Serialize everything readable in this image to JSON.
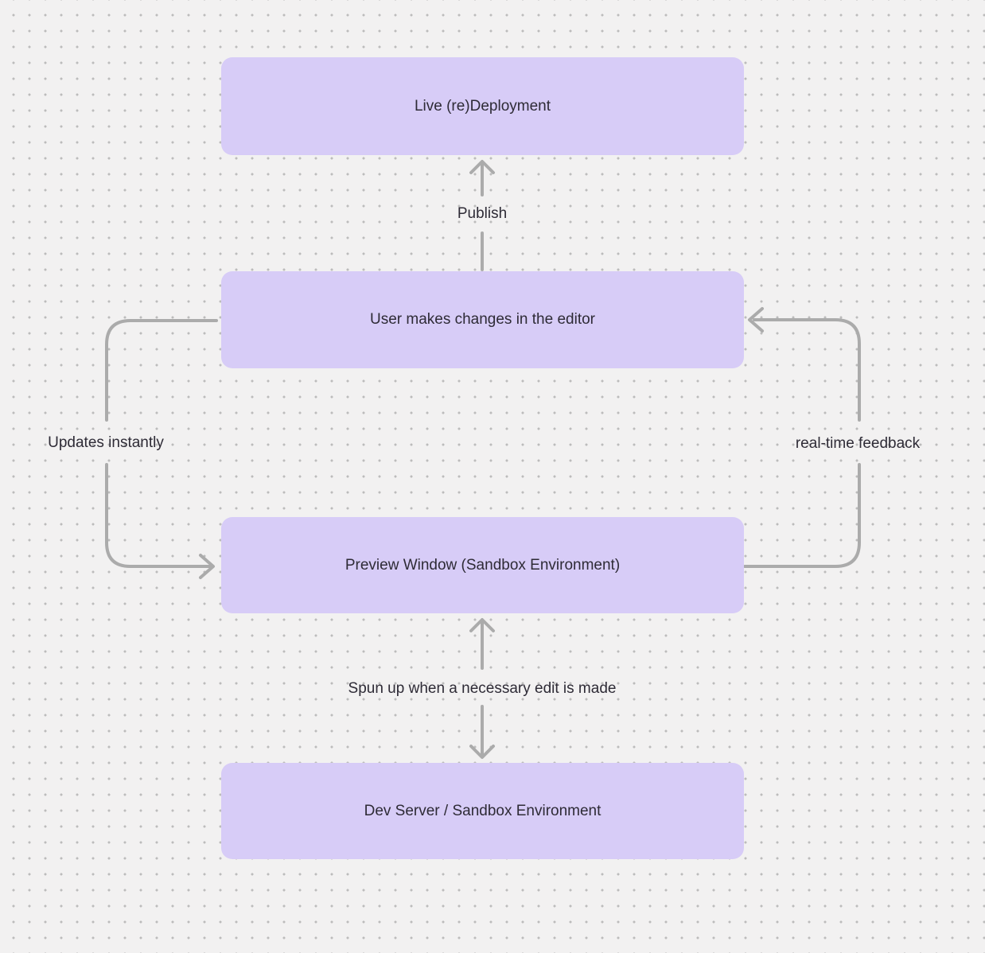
{
  "canvas": {
    "background": "#f2f1f1",
    "dot_color": "#bcbcbc",
    "node_fill": "#d7ccf7",
    "node_text_color": "#2e2b36",
    "arrow_color": "#ababab",
    "label_text_color": "#2e2b36"
  },
  "nodes": [
    {
      "label": "Live (re)Deployment"
    },
    {
      "label": "User makes changes in the editor"
    },
    {
      "label": "Preview Window (Sandbox Environment)"
    },
    {
      "label": "Dev Server / Sandbox Environment"
    }
  ],
  "edges": [
    {
      "label": "Publish",
      "from": "User makes changes in the editor",
      "to": "Live (re)Deployment",
      "direction": "up"
    },
    {
      "label": "Updates instantly",
      "from": "User makes changes in the editor",
      "to": "Preview Window (Sandbox Environment)",
      "direction": "left-loop-down"
    },
    {
      "label": "real-time feedback",
      "from": "Preview Window (Sandbox Environment)",
      "to": "User makes changes in the editor",
      "direction": "right-loop-up"
    },
    {
      "label": "Spun up when a necessary edit is made",
      "from": "Preview Window (Sandbox Environment)",
      "to": "Dev Server / Sandbox Environment",
      "direction": "both"
    }
  ]
}
